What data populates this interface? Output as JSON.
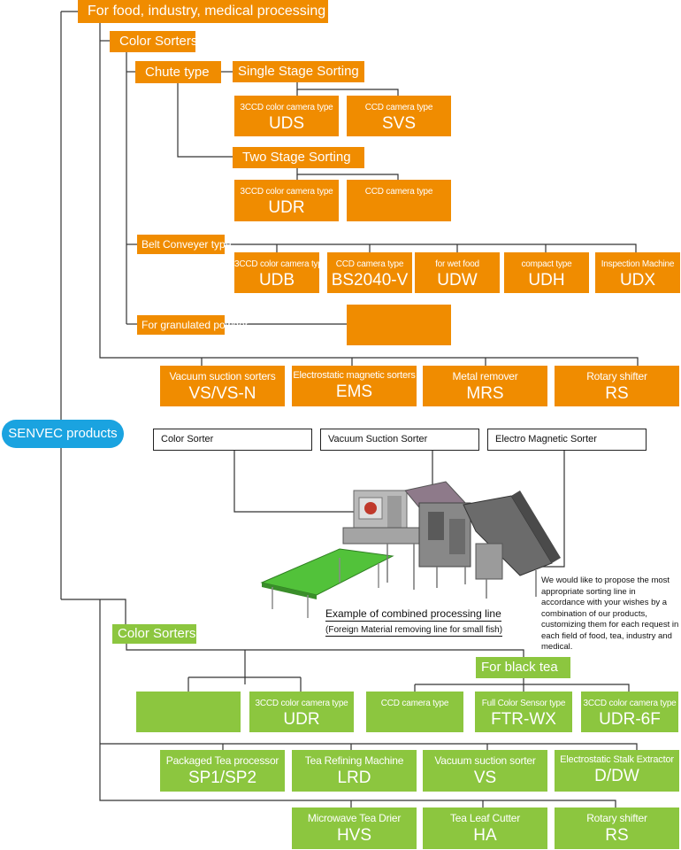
{
  "root": "SENVEC products",
  "top": {
    "title": "For food, industry, medical processing",
    "color_sorters": "Color Sorters",
    "chute_type": "Chute type",
    "single_stage": "Single Stage Sorting",
    "two_stage": "Two Stage Sorting",
    "belt_conveyer": "Belt Conveyer type",
    "granulated": "For granulated powder",
    "single_items": [
      {
        "type": "3CCD color camera type",
        "model": "UDS"
      },
      {
        "type": "CCD camera type",
        "model": "SVS"
      }
    ],
    "two_items": [
      {
        "type": "3CCD color camera type",
        "model": "UDR"
      },
      {
        "type": "CCD camera type",
        "model": ""
      }
    ],
    "belt_items": [
      {
        "type": "3CCD color camera type",
        "model": "UDB"
      },
      {
        "type": "CCD camera type",
        "model": "BS2040-V"
      },
      {
        "type": "for wet food",
        "model": "UDW"
      },
      {
        "type": "compact type",
        "model": "UDH"
      },
      {
        "type": "Inspection Machine",
        "model": "UDX"
      }
    ],
    "others": [
      {
        "name": "Vacuum suction sorters",
        "model": "VS/VS-N"
      },
      {
        "name": "Electrostatic magnetic sorters",
        "model": "EMS"
      },
      {
        "name": "Metal remover",
        "model": "MRS"
      },
      {
        "name": "Rotary shifter",
        "model": "RS"
      }
    ]
  },
  "example": {
    "callouts": [
      "Color Sorter",
      "Vacuum Suction Sorter",
      "Electro Magnetic Sorter"
    ],
    "title": "Example of combined processing line",
    "subtitle": "(Foreign Material removing line for small fish)",
    "description": "We would like to propose the most appropriate sorting line in accordance with your wishes by a combination of our products, customizing them for each request in each field of food, tea, industry and medical."
  },
  "tea": {
    "color_sorters": "Color Sorters",
    "black_tea": "For black tea",
    "sorter_items": [
      {
        "type": "",
        "model": ""
      },
      {
        "type": "3CCD color camera type",
        "model": "UDR"
      },
      {
        "type": "CCD camera type",
        "model": ""
      },
      {
        "type": "Full Color Sensor type",
        "model": "FTR-WX"
      },
      {
        "type": "3CCD color camera type",
        "model": "UDR-6F"
      }
    ],
    "row1": [
      {
        "name": "Packaged Tea processor",
        "model": "SP1/SP2"
      },
      {
        "name": "Tea Refining Machine",
        "model": "LRD"
      },
      {
        "name": "Vacuum suction sorter",
        "model": "VS"
      },
      {
        "name": "Electrostatic Stalk Extractor",
        "model": "D/DW"
      }
    ],
    "row2": [
      {
        "name": "Microwave Tea Drier",
        "model": "HVS"
      },
      {
        "name": "Tea Leaf Cutter",
        "model": "HA"
      },
      {
        "name": "Rotary shifter",
        "model": "RS"
      }
    ]
  },
  "colors": {
    "orange": "#f08c00",
    "green": "#8cc63f",
    "blue": "#1aa3e0"
  }
}
